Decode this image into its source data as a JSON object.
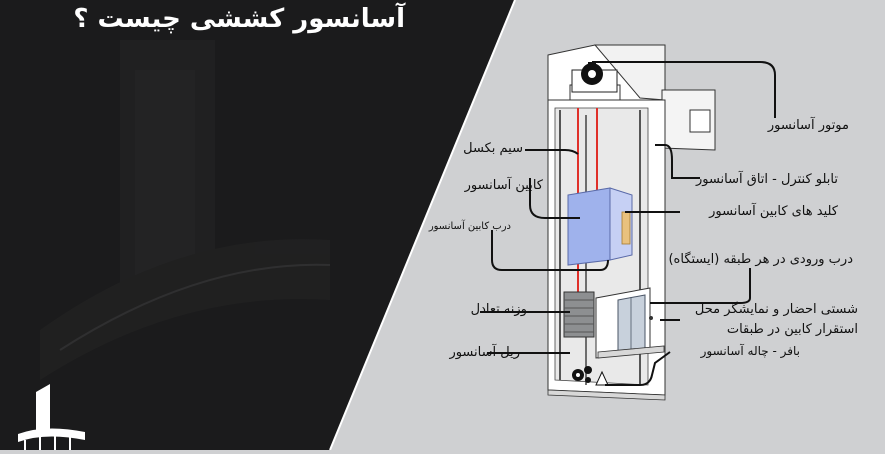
{
  "title": "آسانسور کششی چیست ؟",
  "labels": {
    "motor": "موتور آسانسور",
    "cable": "سیم بکسل",
    "control_panel": "تابلو کنترل - اتاق آسانسور",
    "cabin": "کابین آسانسور",
    "cabin_keys": "کلید های کابین آسانسور",
    "cabin_door": "درب کابین آسانسور",
    "floor_door": "درب ورودی در هر طبقه (ایستگاه)",
    "counterweight": "وزنه تعادل",
    "hall_button_line1": "شستی احضار و نمایشگر محل",
    "hall_button_line2": "استقرار کابین در طبقات",
    "rail": "ریل آسانسور",
    "buffer": "بافر - چاله آسانسور"
  },
  "colors": {
    "dark_panel": "#1a1a1a",
    "background": "#cfd0d2",
    "cabin": "#aab8e8",
    "cable": "#e0302a",
    "leader": "#111111"
  }
}
